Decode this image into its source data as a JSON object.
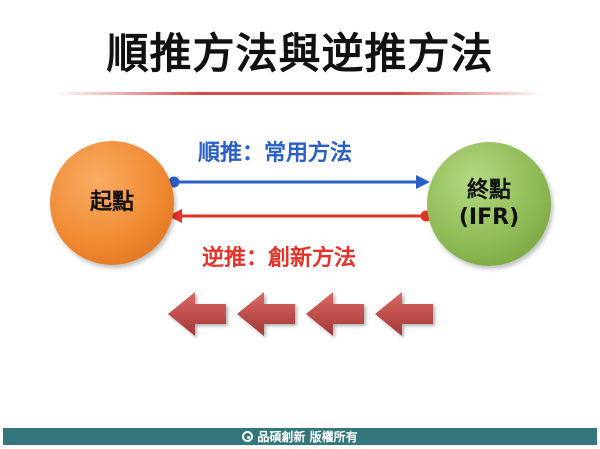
{
  "slide": {
    "title": "順推方法與逆推方法"
  },
  "nodes": {
    "start": {
      "label": "起點"
    },
    "end": {
      "line1": "終點",
      "line2": "(IFR)"
    }
  },
  "connectors": {
    "forward": {
      "label": "順推：常用方法",
      "color": "#2a5fc7"
    },
    "reverse": {
      "label": "逆推：創新方法",
      "color": "#e5332a"
    }
  },
  "decor": {
    "chevron_arrows": {
      "count": 4,
      "direction": "left",
      "color": "#c0504d"
    }
  },
  "footer": {
    "text": "品碩創新 版權所有"
  }
}
